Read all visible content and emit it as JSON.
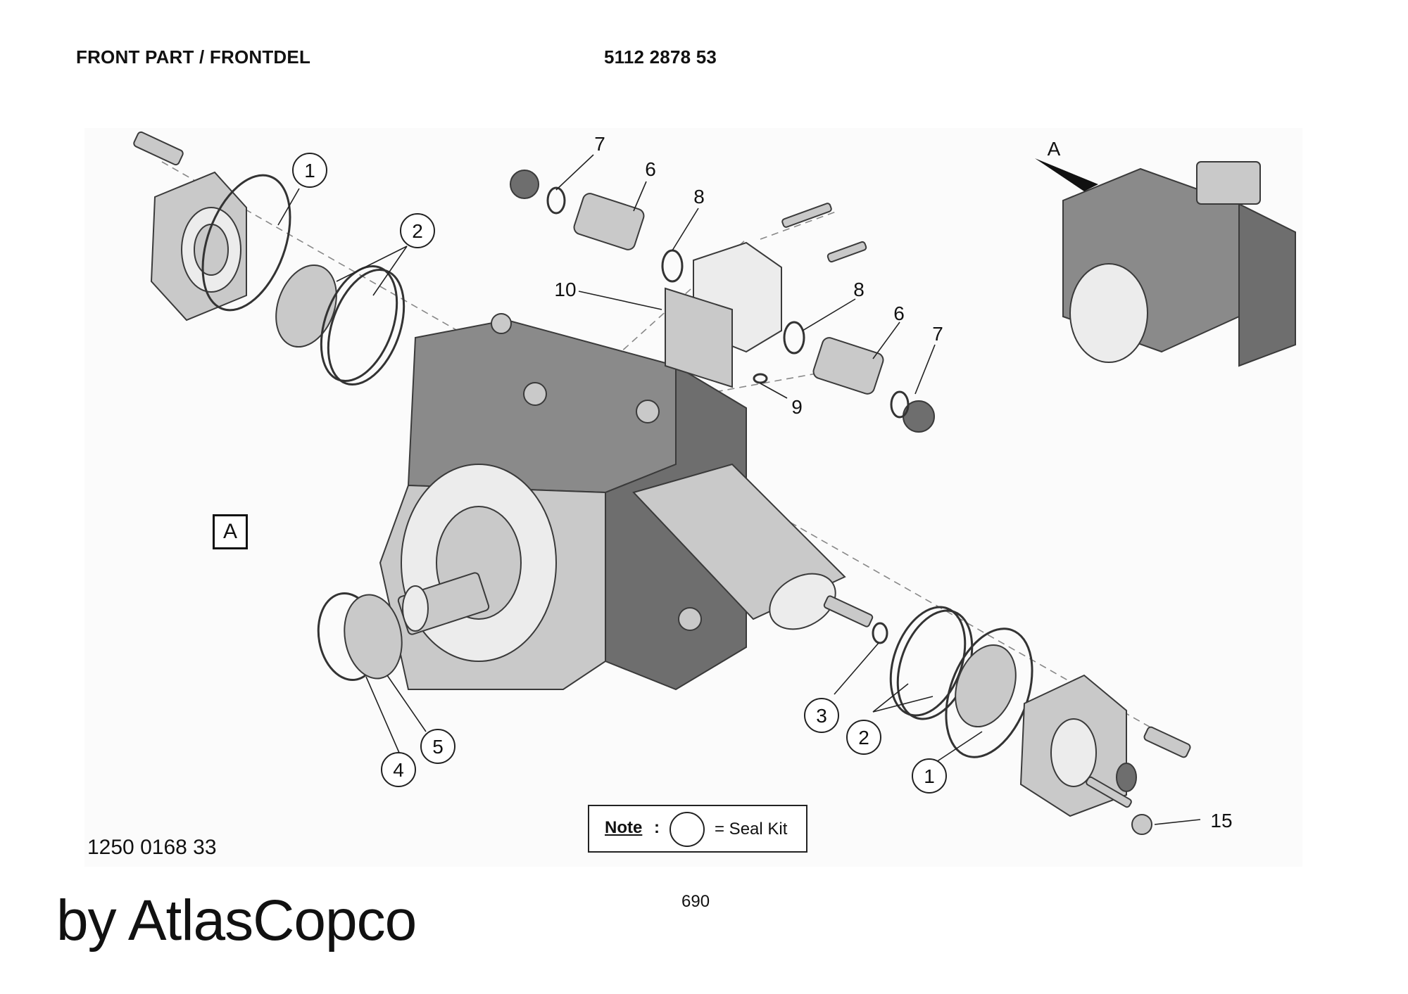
{
  "header": {
    "title": "FRONT PART / FRONTDEL",
    "part_number": "5112 2878 53"
  },
  "diagram": {
    "detail_view_label": "A",
    "callouts": {
      "c1_top": "1",
      "c2_top": "2",
      "c7_top": "7",
      "c6_top": "6",
      "c8_top": "8",
      "c10": "10",
      "c8_mid": "8",
      "c6_mid": "6",
      "c7_mid": "7",
      "c9": "9",
      "c3": "3",
      "c2_bottom": "2",
      "c1_bottom": "1",
      "c4": "4",
      "c5": "5",
      "c15": "15",
      "view_arrow": "A"
    },
    "note": {
      "label": "Note",
      "colon": ":",
      "text": "= Seal Kit"
    },
    "reference_number": "1250 0168 33"
  },
  "footer": {
    "page_number": "690",
    "brand": "by AtlasCopco"
  },
  "colors": {
    "housing": "#8a8a8a",
    "housing_dark": "#6e6e6e",
    "housing_light": "#c9c9c9",
    "line": "#222222"
  }
}
